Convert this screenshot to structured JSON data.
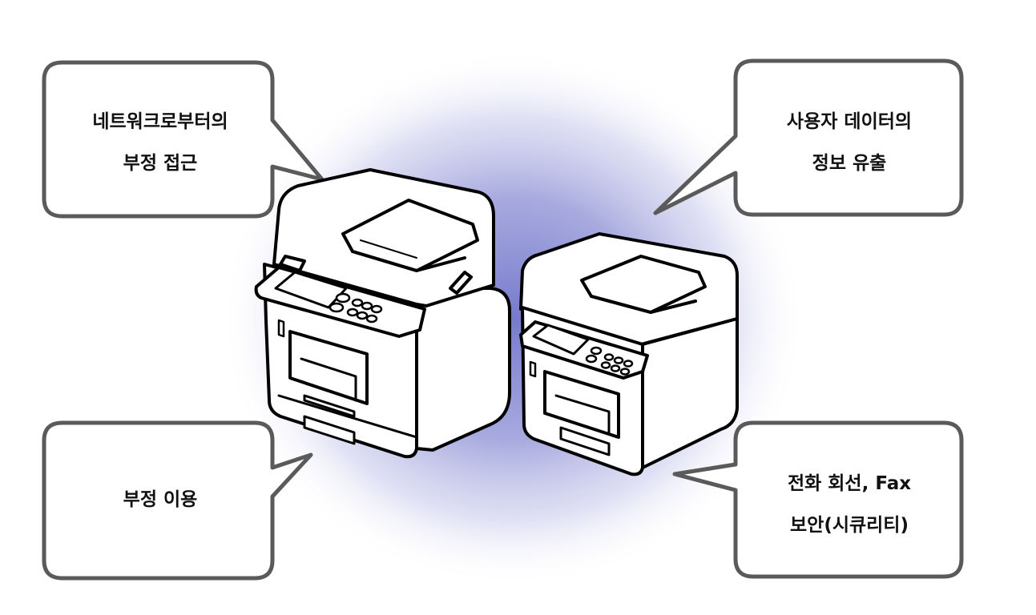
{
  "colors": {
    "glow": "#6f73c8",
    "outline": "#5a5a5a",
    "printer_line": "#000000",
    "background": "#ffffff"
  },
  "callouts": {
    "top_left": {
      "line1": "네트워크로부터의",
      "line2": "부정 접근"
    },
    "top_right": {
      "line1": "사용자 데이터의",
      "line2": "정보 유출"
    },
    "bottom_left": {
      "line1": "부정 이용"
    },
    "bottom_right": {
      "line1": "전화 회선, Fax",
      "line2": "보안(시큐리티)"
    }
  },
  "icons": {
    "left_device": "multifunction-printer-icon",
    "right_device": "multifunction-printer-icon"
  }
}
